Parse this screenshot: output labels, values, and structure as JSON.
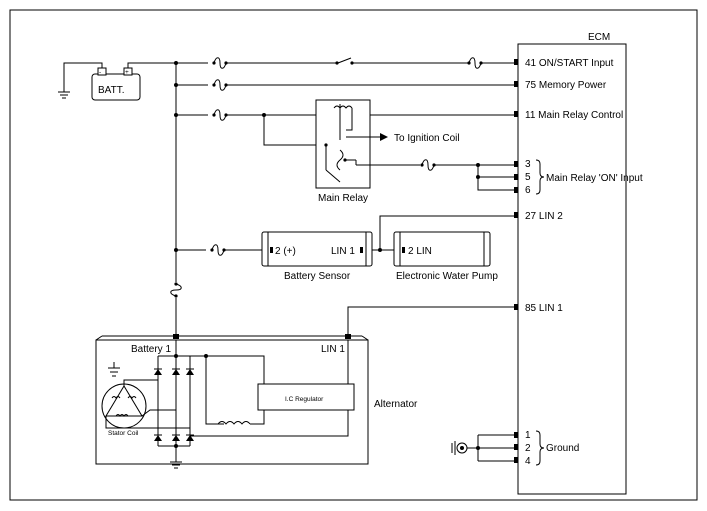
{
  "ecm": {
    "title": "ECM",
    "pins": [
      {
        "num": "41",
        "label": "ON/START Input"
      },
      {
        "num": "75",
        "label": "Memory Power"
      },
      {
        "num": "11",
        "label": "Main Relay Control"
      },
      {
        "num": "3",
        "label": ""
      },
      {
        "num": "5",
        "label": ""
      },
      {
        "num": "6",
        "label": ""
      },
      {
        "num": "27",
        "label": "LIN 2"
      },
      {
        "num": "85",
        "label": "LIN 1"
      },
      {
        "num": "1",
        "label": ""
      },
      {
        "num": "2",
        "label": ""
      },
      {
        "num": "4",
        "label": ""
      }
    ],
    "main_relay_on_label": "Main Relay 'ON' Input",
    "ground_label": "Ground"
  },
  "battery": {
    "label": "BATT.",
    "neg": "-",
    "pos": "+"
  },
  "main_relay": {
    "label": "Main Relay",
    "ignition_label": "To Ignition Coil"
  },
  "battery_sensor": {
    "label": "Battery Sensor",
    "pin_left": "2 (+)",
    "pin_right": "LIN 1"
  },
  "water_pump": {
    "label": "Electronic Water Pump",
    "pin": "2 LIN"
  },
  "alternator": {
    "label": "Alternator",
    "battery_pin": "Battery 1",
    "lin_pin": "LIN 1",
    "regulator": "I.C Regulator",
    "stator": "Stator Coil"
  }
}
